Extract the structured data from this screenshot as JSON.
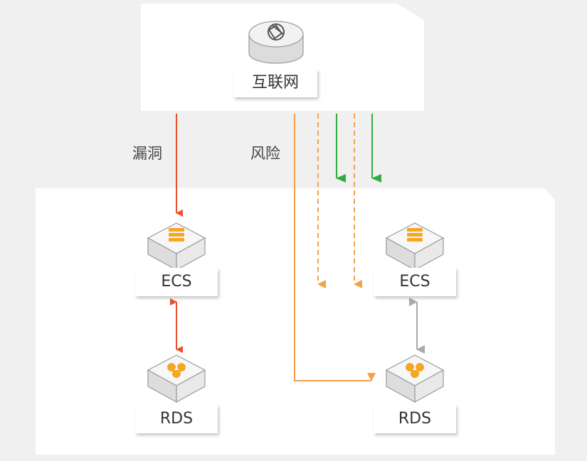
{
  "internet": {
    "label": "互联网",
    "icon": "globe-icon"
  },
  "left_group": {
    "ecs_label": "ECS",
    "rds_label": "RDS"
  },
  "right_group": {
    "ecs_label": "ECS",
    "rds_label": "RDS"
  },
  "edges": {
    "vulnerability_label": "漏洞",
    "risk_label": "风险"
  },
  "colors": {
    "red_arrow": "#e8502a",
    "orange_arrow": "#f7a04a",
    "green_arrow": "#2fae3e",
    "gray_arrow": "#aaaaaa",
    "rds_icon": "#f5a623",
    "ecs_icon": "#f5a623"
  }
}
